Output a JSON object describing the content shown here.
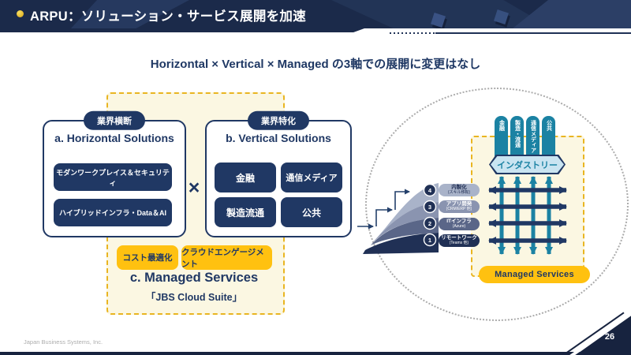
{
  "header": {
    "title": "ARPU：ソリューション・サービス展開を加速"
  },
  "subtitle": "Horizontal ×  Vertical  × Managed  の3軸での展開に変更はなし",
  "left_diagram": {
    "horizontal": {
      "tag": "業界横断",
      "title": "a. Horizontal Solutions",
      "items": [
        "モダンワークプレイス＆セキュリティ",
        "ハイブリッドインフラ・Data＆AI"
      ]
    },
    "multiply": "×",
    "vertical": {
      "tag": "業界特化",
      "title": "b. Vertical Solutions",
      "items": [
        "金融",
        "通信メディア",
        "製造流通",
        "公共"
      ]
    },
    "managed": {
      "chips": [
        "コスト最適化",
        "クラウドエンゲージメント"
      ],
      "title": "c. Managed Services",
      "subtitle": "「JBS Cloud Suite」"
    }
  },
  "right_diagram": {
    "industries": [
      "金融",
      "製造・流通",
      "通信メディア",
      "公共"
    ],
    "industry_banner": "インダストリー",
    "layers": [
      {
        "num": "4",
        "label": "内製化",
        "sub": "(スキル移転)"
      },
      {
        "num": "3",
        "label": "アプリ開発",
        "sub": "(CRM/ERP 他)"
      },
      {
        "num": "2",
        "label": "ITインフラ",
        "sub": "(Azure)"
      },
      {
        "num": "1",
        "label": "リモートワーク",
        "sub": "(Teams 他)"
      }
    ],
    "managed_label": "Managed Services"
  },
  "footer": {
    "company": "Japan Business Systems, Inc.",
    "page": "26"
  },
  "colors": {
    "navy": "#203864",
    "teal": "#1b82a3",
    "yellow": "#ffc110",
    "cream": "#fbf7e2",
    "header_navy": "#1b2a4a"
  }
}
